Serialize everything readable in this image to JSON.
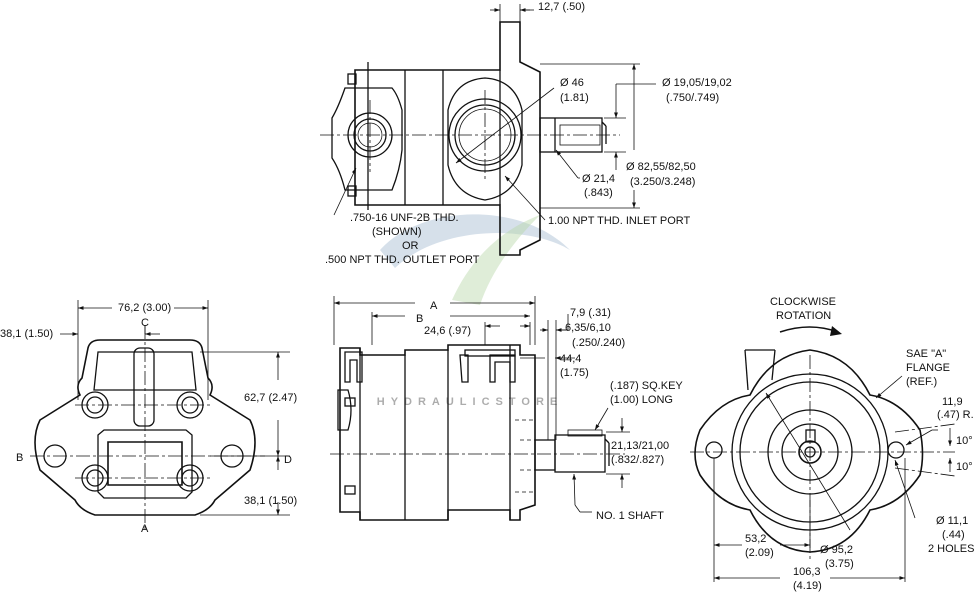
{
  "watermark": {
    "text": "HYDRAULICSTORE",
    "colors": {
      "blue": "#8aa6c4",
      "green": "#b8d8a8"
    }
  },
  "top_view": {
    "dim_flange": "12,7 (.50)",
    "dim_bore_1": "Ø 46",
    "dim_bore_2": "(1.81)",
    "dim_shaft_1": "Ø 19,05/19,02",
    "dim_shaft_2": "(.750/.749)",
    "dim_pilot_1": "Ø 82,55/82,50",
    "dim_pilot_2": "(3.250/3.248)",
    "dim_key_1": "Ø 21,4",
    "dim_key_2": "(.843)",
    "outlet_1": ".750-16 UNF-2B THD.",
    "outlet_2": "(SHOWN)",
    "outlet_3": "OR",
    "outlet_4": ".500 NPT THD. OUTLET PORT",
    "inlet": "1.00 NPT THD. INLET PORT"
  },
  "left_view": {
    "dim_width": "76,2 (3.00)",
    "dim_offset": "38,1 (1.50)",
    "dim_upper": "62,7 (2.47)",
    "dim_lower": "38,1 (1.50)",
    "label_a": "A",
    "label_b": "B",
    "label_c": "C",
    "label_d": "D"
  },
  "side_view": {
    "label_a": "A",
    "label_b": "B",
    "dim_246": "24,6 (.97)",
    "dim_79": "7,9 (.31)",
    "dim_635_1": "6,35/6,10",
    "dim_635_2": "(.250/.240)",
    "dim_444_1": "44,4",
    "dim_444_2": "(1.75)",
    "key_1": "(.187) SQ.KEY",
    "key_2": "(1.00) LONG",
    "dim_2113_1": "21,13/21,00",
    "dim_2113_2": "(.832/.827)",
    "shaft": "NO. 1 SHAFT"
  },
  "right_view": {
    "rotation_1": "CLOCKWISE",
    "rotation_2": "ROTATION",
    "flange_1": "SAE \"A\"",
    "flange_2": "FLANGE",
    "flange_3": "(REF.)",
    "radius_1": "11,9",
    "radius_2": "(.47) R.",
    "angle_1": "10°",
    "angle_2": "10°",
    "hole_1": "Ø 11,1",
    "hole_2": "(.44)",
    "hole_3": "2 HOLES",
    "dim_532_1": "53,2",
    "dim_532_2": "(2.09)",
    "dim_952_1": "Ø 95,2",
    "dim_952_2": "(3.75)",
    "dim_1063_1": "106,3",
    "dim_1063_2": "(4.19)"
  }
}
